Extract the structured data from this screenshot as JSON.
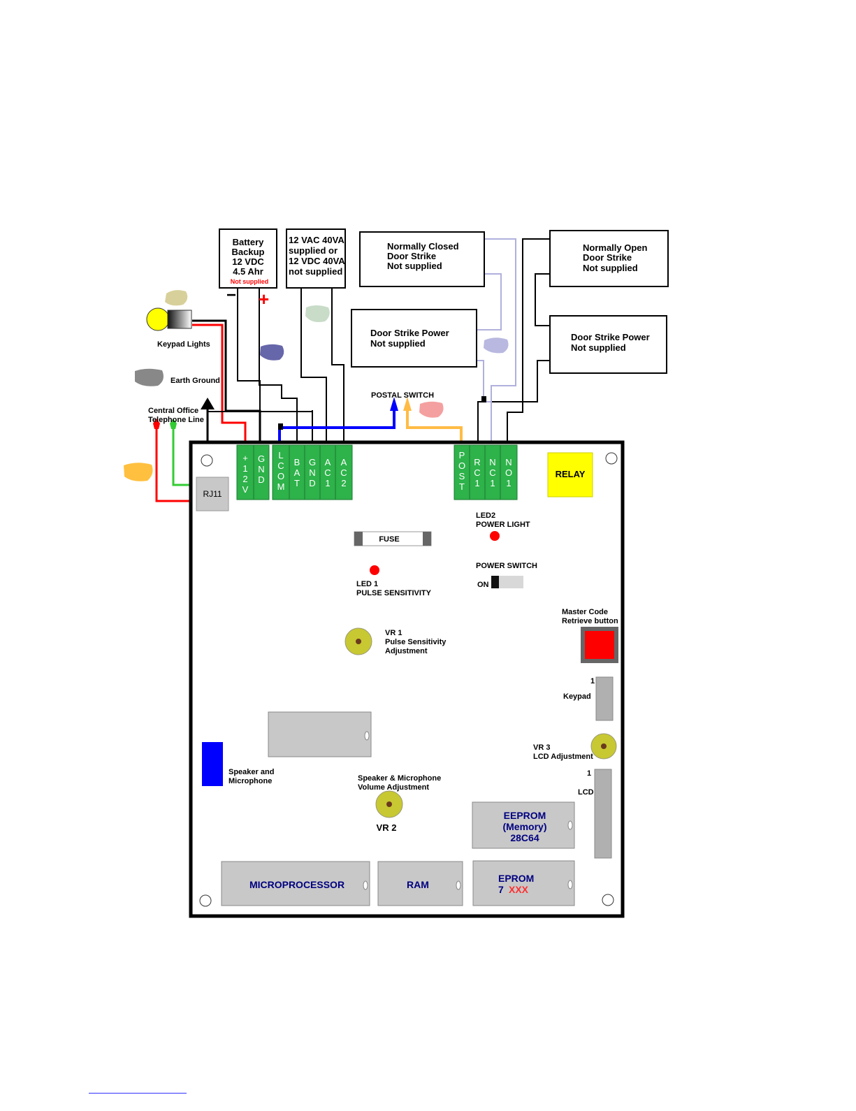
{
  "labels": {
    "battery": [
      "Battery",
      "Backup",
      "12 VDC",
      "4.5 Ahr"
    ],
    "battery_note": "Not supplied",
    "battery_minus": "−",
    "battery_plus": "+",
    "ac_supply": [
      "12 VAC 40VA",
      "supplied or",
      "12 VDC 40VA",
      "not supplied"
    ],
    "nc_strike": [
      "Normally Closed",
      "Door Strike",
      "Not supplied"
    ],
    "no_strike": [
      "Normally Open",
      "Door Strike",
      "Not supplied"
    ],
    "strike_power_left": [
      "Door Strike Power",
      "Not supplied"
    ],
    "strike_power_right": [
      "Door Strike Power",
      "Not supplied"
    ],
    "keypad_lights": "Keypad Lights",
    "earth_ground": "Earth Ground",
    "telephone_line": [
      "Central Office",
      "Telephone Line"
    ],
    "postal_switch": "POSTAL SWITCH",
    "rj11": "RJ11",
    "relay": "RELAY",
    "led2": [
      "LED2",
      "POWER LIGHT"
    ],
    "fuse": "FUSE",
    "power_switch": "POWER SWITCH",
    "power_on": "ON",
    "led1": [
      "LED 1",
      "PULSE SENSITIVITY"
    ],
    "master_code": [
      "Master Code",
      "Retrieve button"
    ],
    "vr1": [
      "VR 1",
      "Pulse Sensitivity",
      "Adjustment"
    ],
    "keypad_pin": "1",
    "keypad": "Keypad",
    "vr3": [
      "VR 3",
      "LCD Adjustment"
    ],
    "lcd_pin": "1",
    "lcd": "LCD",
    "speaker_mic": [
      "Speaker and",
      "Microphone"
    ],
    "volume_adj": [
      "Speaker & Microphone",
      "Volume Adjustment"
    ],
    "vr2": "VR 2",
    "eeprom": [
      "EEPROM",
      "(Memory)",
      "28C64"
    ],
    "microprocessor": "MICROPROCESSOR",
    "ram": "RAM",
    "eprom": "EPROM",
    "eprom_version": "7",
    "eprom_suffix": "XXX"
  },
  "terminals_left": [
    {
      "id": "12v",
      "chars": [
        "+",
        "1",
        "2",
        "V"
      ]
    },
    {
      "id": "gnd1",
      "chars": [
        "G",
        "N",
        "D"
      ]
    },
    {
      "id": "lcom",
      "chars": [
        "L",
        "C",
        "O",
        "M"
      ]
    },
    {
      "id": "bat",
      "chars": [
        "B",
        "A",
        "T"
      ]
    },
    {
      "id": "gnd2",
      "chars": [
        "G",
        "N",
        "D"
      ]
    },
    {
      "id": "ac1",
      "chars": [
        "A",
        "C",
        "1"
      ]
    },
    {
      "id": "ac2",
      "chars": [
        "A",
        "C",
        "2"
      ]
    }
  ],
  "terminals_right": [
    {
      "id": "post",
      "chars": [
        "P",
        "O",
        "S",
        "T"
      ]
    },
    {
      "id": "rc1",
      "chars": [
        "R",
        "C",
        "1"
      ]
    },
    {
      "id": "nc1",
      "chars": [
        "N",
        "C",
        "1"
      ]
    },
    {
      "id": "no1",
      "chars": [
        "N",
        "O",
        "1"
      ]
    }
  ],
  "colors": {
    "terminal": "#2eb24a",
    "terminal_border": "#1a7a30",
    "board_border": "#000000",
    "chip": "#c8c8c8",
    "relay": "#ffff00",
    "led": "#ff0000",
    "pot": "#c8c832",
    "speaker": "#0000ff",
    "wire_blue": "#0000ff",
    "wire_orange": "#ffbb44",
    "wire_red": "#ff0000",
    "wire_green": "#33cc33",
    "wire_lavender": "#b0b0dd",
    "keypad_bulb": "#ffff00",
    "blob_tan": "#d8d09a",
    "blob_sage": "#c8dcc8",
    "blob_navy": "#6666aa",
    "blob_lavender": "#b8b8e0",
    "blob_grey": "#888888",
    "blob_pink": "#f4a0a0",
    "blob_orange": "#ffc040"
  }
}
